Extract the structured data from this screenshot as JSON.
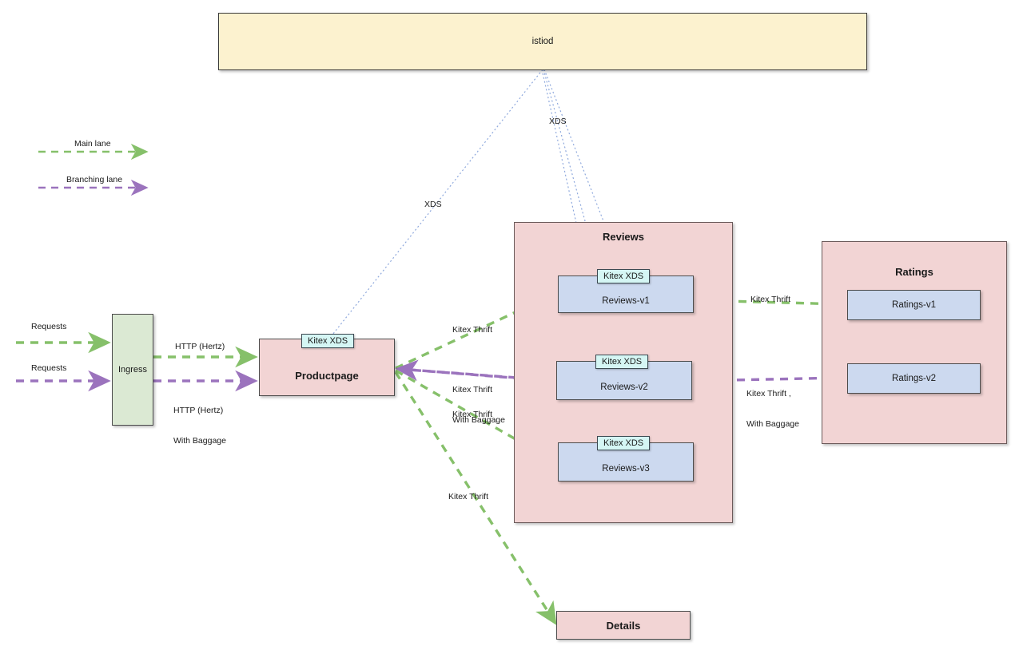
{
  "diagram": {
    "title_node": "istiod",
    "legend": [
      {
        "label": "Main lane",
        "color": "#86c06a",
        "style": "dashed"
      },
      {
        "label": "Branching lane",
        "color": "#9b73bd",
        "style": "dashed"
      }
    ],
    "nodes": {
      "istiod": {
        "label": "istiod",
        "fill": "#fcf2cf"
      },
      "ingress": {
        "label": "Ingress",
        "fill": "#dbe9d3"
      },
      "productpage": {
        "label": "Productpage",
        "badge": "Kitex XDS",
        "fill": "#f2d4d4"
      },
      "details": {
        "label": "Details",
        "fill": "#f2d4d4"
      },
      "reviews_group": {
        "label": "Reviews",
        "fill": "#f2d4d4"
      },
      "ratings_group": {
        "label": "Ratings",
        "fill": "#f2d4d4"
      },
      "reviews_v1": {
        "label": "Reviews-v1",
        "badge": "Kitex XDS",
        "fill": "#ccd9ef"
      },
      "reviews_v2": {
        "label": "Reviews-v2",
        "badge": "Kitex XDS",
        "fill": "#ccd9ef"
      },
      "reviews_v3": {
        "label": "Reviews-v3",
        "badge": "Kitex XDS",
        "fill": "#ccd9ef"
      },
      "ratings_v1": {
        "label": "Ratings-v1",
        "fill": "#ccd9ef"
      },
      "ratings_v2": {
        "label": "Ratings-v2",
        "fill": "#ccd9ef"
      }
    },
    "edge_labels": {
      "requests_main": "Requests",
      "requests_branch": "Requests",
      "http_hertz": "HTTP (Hertz)",
      "http_hertz_baggage_l1": "HTTP (Hertz)",
      "http_hertz_baggage_l2": "With Baggage",
      "kitex_thrift_v1": "Kitex Thrift",
      "kitex_thrift_baggage_l1": "Kitex Thrift",
      "kitex_thrift_baggage_l2": "With Baggage",
      "kitex_thrift_v3": "Kitex Thrift",
      "kitex_thrift_details": "Kitex Thrift",
      "kitex_thrift_ratings1": "Kitex Thrift",
      "kitex_thrift_ratings2_l1": "Kitex Thrift ,",
      "kitex_thrift_ratings2_l2": "With Baggage",
      "xds_productpage": "XDS",
      "xds_reviews": "XDS"
    },
    "colors": {
      "main_lane": "#86c06a",
      "branching_lane": "#9b73bd",
      "xds_line": "#8fa9dd",
      "node_border": "#4c4c4c"
    }
  }
}
